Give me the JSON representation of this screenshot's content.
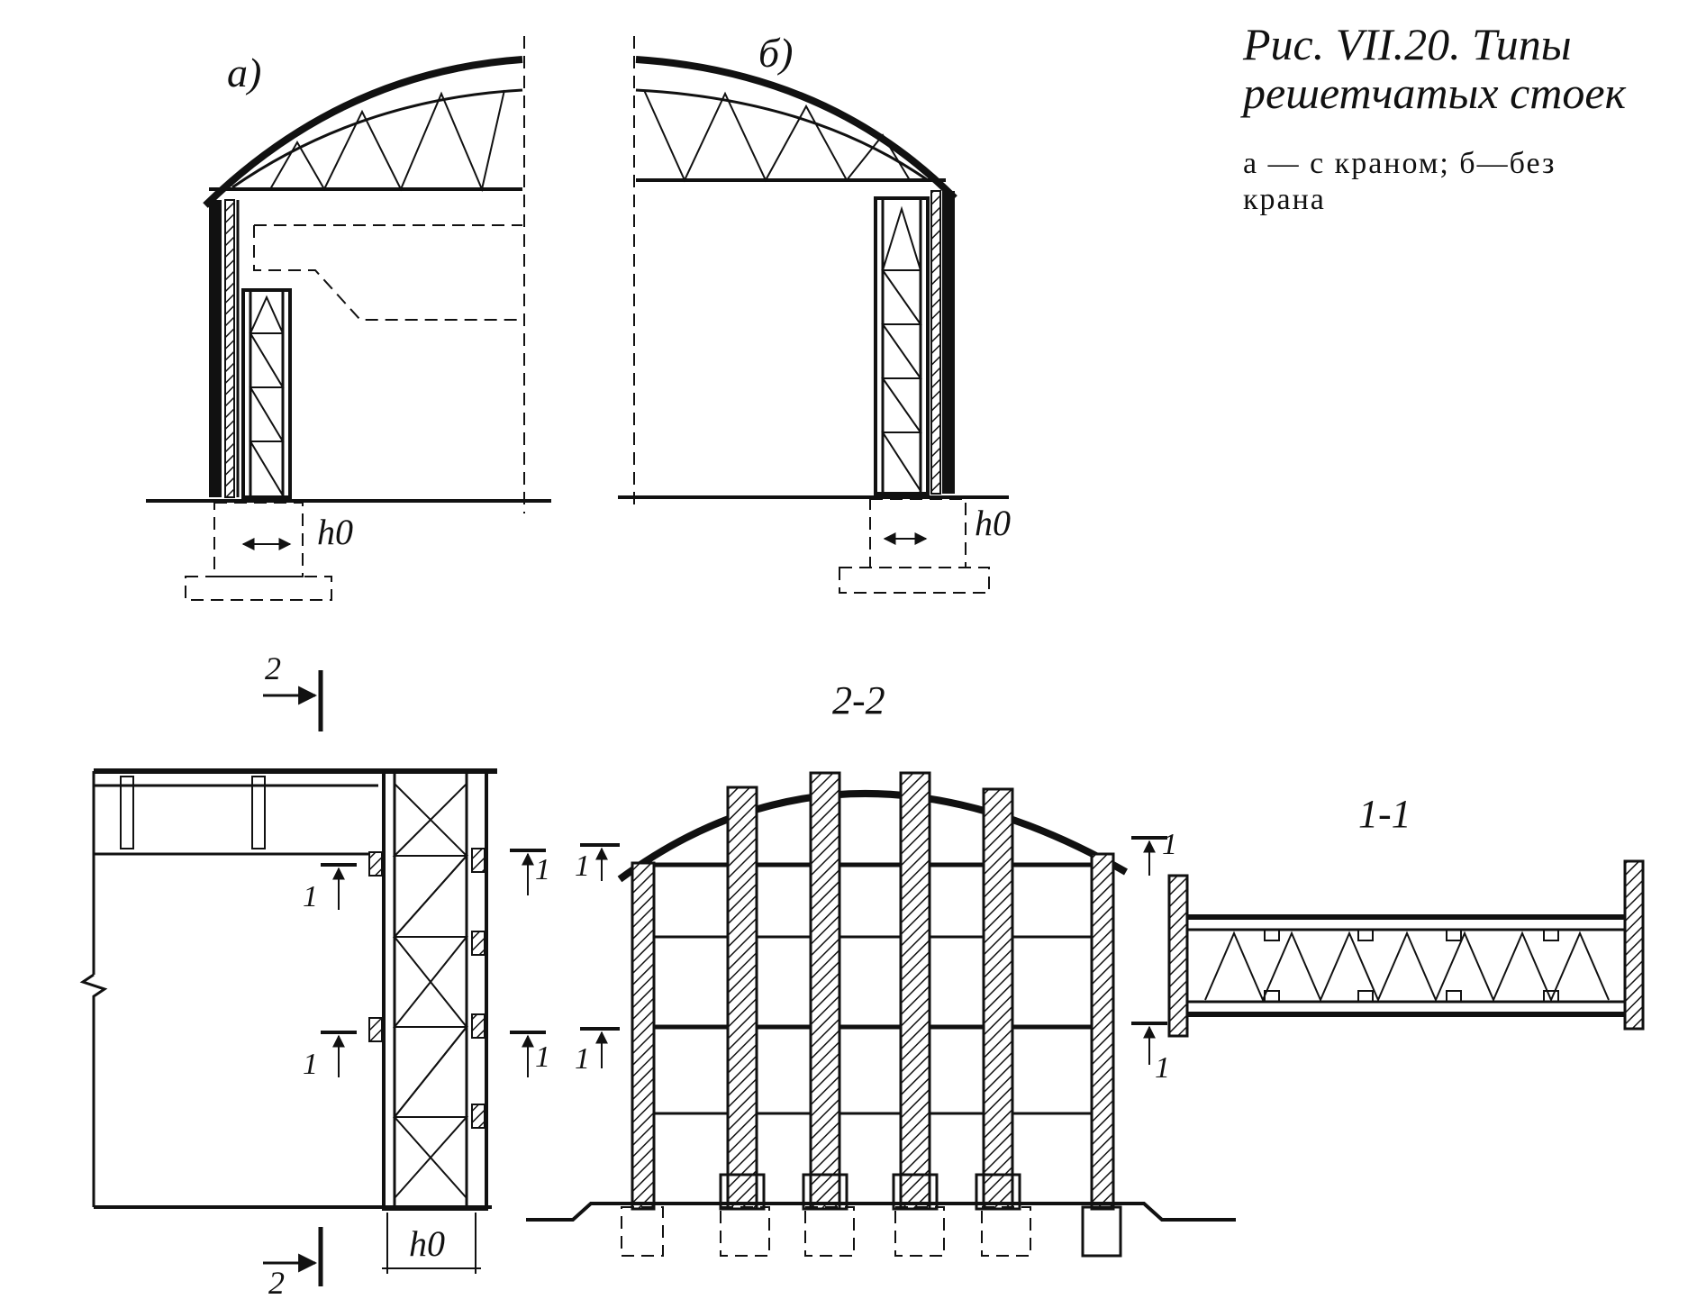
{
  "caption": {
    "title_line1": "Рис. VII.20. Типы",
    "title_line2": "решетчатых стоек",
    "legend_line1": "а — с краном; б—без",
    "legend_line2": "крана"
  },
  "views": {
    "a_label": "а)",
    "b_label": "б)",
    "section_2_2": "2-2",
    "section_1_1": "1-1"
  },
  "marks": {
    "h0": "h0",
    "section_1": "1",
    "section_2": "2"
  },
  "colors": {
    "ink": "#111111",
    "paper": "#ffffff"
  }
}
